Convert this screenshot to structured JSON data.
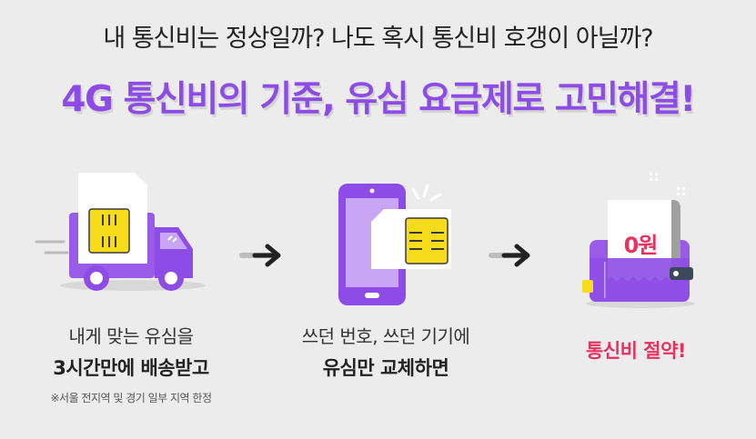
{
  "header": {
    "subtitle": "내 통신비는 정상일까? 나도 혹시 통신비 호갱이 아닐까?",
    "headline": "4G 통신비의 기준, 유심 요금제로 고민해결!"
  },
  "steps": [
    {
      "line1": "내게 맞는 유심을",
      "line2": "3시간만에 배송받고",
      "note": "※서울 전지역 및 경기 일부 지역 한정"
    },
    {
      "line1": "쓰던 번호, 쓰던 기기에",
      "line2": "유심만 교체하면"
    },
    {
      "line1": "통신비 절약!"
    }
  ],
  "wallet_label": "0원",
  "colors": {
    "purple": "#8e4ce6",
    "light_purple": "#b68cf0",
    "pink": "#e8315f",
    "yellow": "#f6dc1b",
    "dark": "#222222"
  },
  "icons": [
    "truck-icon",
    "sim-card-icon",
    "smartphone-icon",
    "wallet-icon",
    "arrow-right-icon"
  ]
}
